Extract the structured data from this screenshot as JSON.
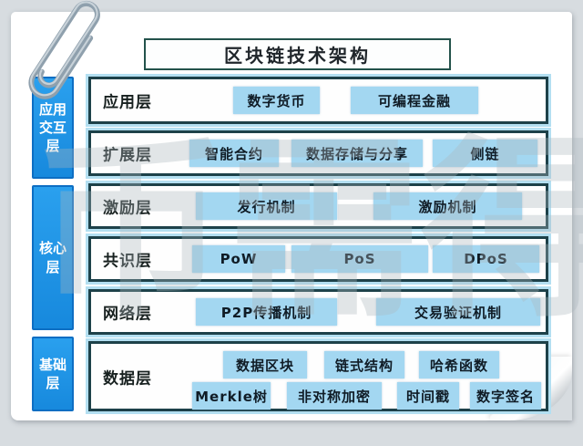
{
  "page": {
    "title": "区块链技术架构"
  },
  "watermark": {
    "text": "币需得",
    "chars": [
      "币",
      "需",
      "得"
    ]
  },
  "sidebar": {
    "groups": [
      {
        "name": "应用交互层",
        "lines": [
          "应用",
          "交互",
          "层"
        ]
      },
      {
        "name": "核心层",
        "lines": [
          "核心",
          "层"
        ]
      },
      {
        "name": "基础层",
        "lines": [
          "基础",
          "层"
        ]
      }
    ]
  },
  "layers": [
    {
      "label": "应用层",
      "items": [
        "数字货币",
        "可编程金融"
      ]
    },
    {
      "label": "扩展层",
      "items": [
        "智能合约",
        "数据存储与分享",
        "侧链"
      ]
    },
    {
      "label": "激励层",
      "items": [
        "发行机制",
        "激励机制"
      ]
    },
    {
      "label": "共识层",
      "items": [
        "PoW",
        "PoS",
        "DPoS"
      ]
    },
    {
      "label": "网络层",
      "items": [
        "P2P传播机制",
        "交易验证机制"
      ]
    },
    {
      "label": "数据层",
      "items": [
        "数据区块",
        "链式结构",
        "哈希函数",
        "Merkle树",
        "非对称加密",
        "时间戳",
        "数字签名"
      ]
    }
  ],
  "colors": {
    "outer_bg": "#d7dce0",
    "page_bg": "#ffffff",
    "sidebar_blue": "#1d94e6",
    "sidebar_border": "#0d6ec3",
    "chip_blue": "#a3d7f1",
    "row_border": "#1d4149",
    "row_glow": "#b3dff1",
    "title_border": "#23524b",
    "watermark_gray": "#c9ced3",
    "paperclip_silver": "#93a1ae"
  }
}
